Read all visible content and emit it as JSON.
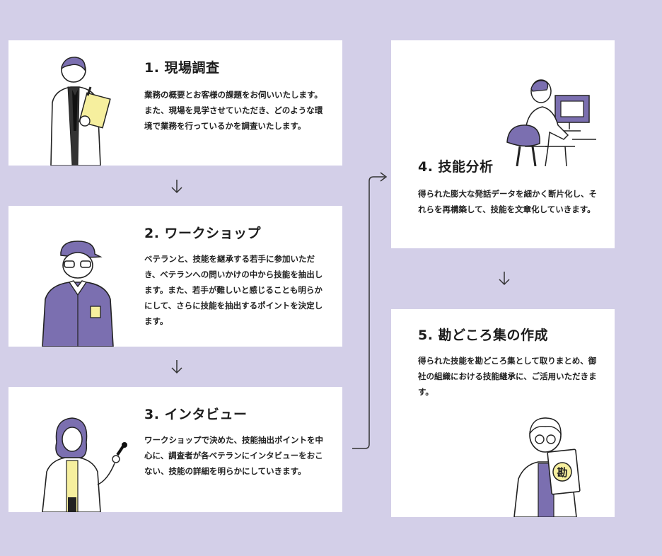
{
  "steps": [
    {
      "title": "1. 現場調査",
      "body": "業務の概要とお客様の課題をお伺いいたします。また、現場を見学させていただき、どのような環境で業務を行っているかを調査いたします。",
      "illustration": "clipboard-worker-icon"
    },
    {
      "title": "2. ワークショップ",
      "body": "ベテランと、技能を継承する若手に参加いただき、ベテランへの問いかけの中から技能を抽出します。また、若手が難しいと感じることも明らかにして、さらに技能を抽出するポイントを決定します。",
      "illustration": "capped-worker-icon"
    },
    {
      "title": "3. インタビュー",
      "body": "ワークショップで決めた、技能抽出ポイントを中心に、調査者が各ベテランにインタビューをおこない、技能の詳細を明らかにしていきます。",
      "illustration": "interviewer-icon"
    },
    {
      "title": "4. 技能分析",
      "body": "得られた膨大な発話データを細かく断片化し、それらを再構築して、技能を文章化していきます。",
      "illustration": "analyst-at-computer-icon"
    },
    {
      "title": "5. 勘どころ集の作成",
      "body": "得られた技能を勘どころ集として取りまとめ、御社の組織における技能継承に、ご活用いただきます。",
      "illustration": "book-holder-icon",
      "book_char": "勘"
    }
  ],
  "colors": {
    "background": "#d3cfe8",
    "card": "#ffffff",
    "accent": "#7b6fb0"
  }
}
